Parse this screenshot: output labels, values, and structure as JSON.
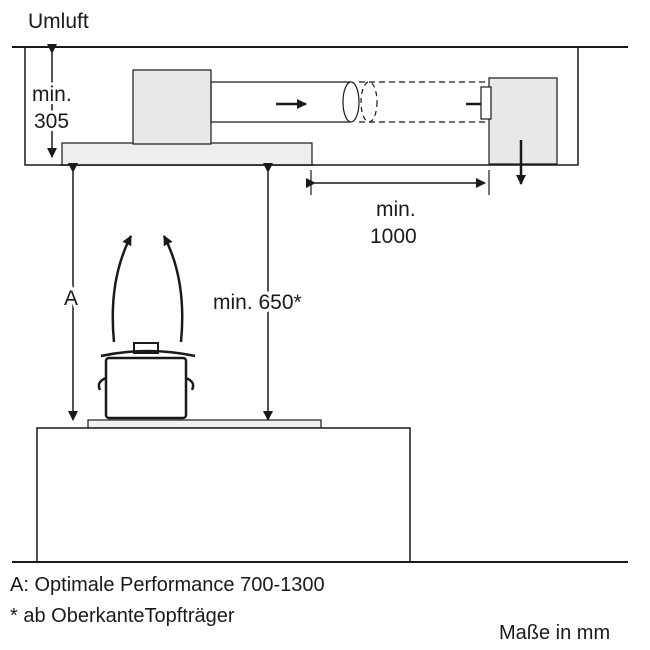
{
  "title": "Umluft",
  "labels": {
    "min_305_line1": "min.",
    "min_305_line2": "305",
    "min_1000_line1": "min.",
    "min_1000_line2": "1000",
    "a_label": "A",
    "min_650": "min. 650*"
  },
  "notes": {
    "line1": "A: Optimale Performance 700-1300",
    "line2": "* ab OberkanteTopfträger"
  },
  "units": "Maße in mm"
}
